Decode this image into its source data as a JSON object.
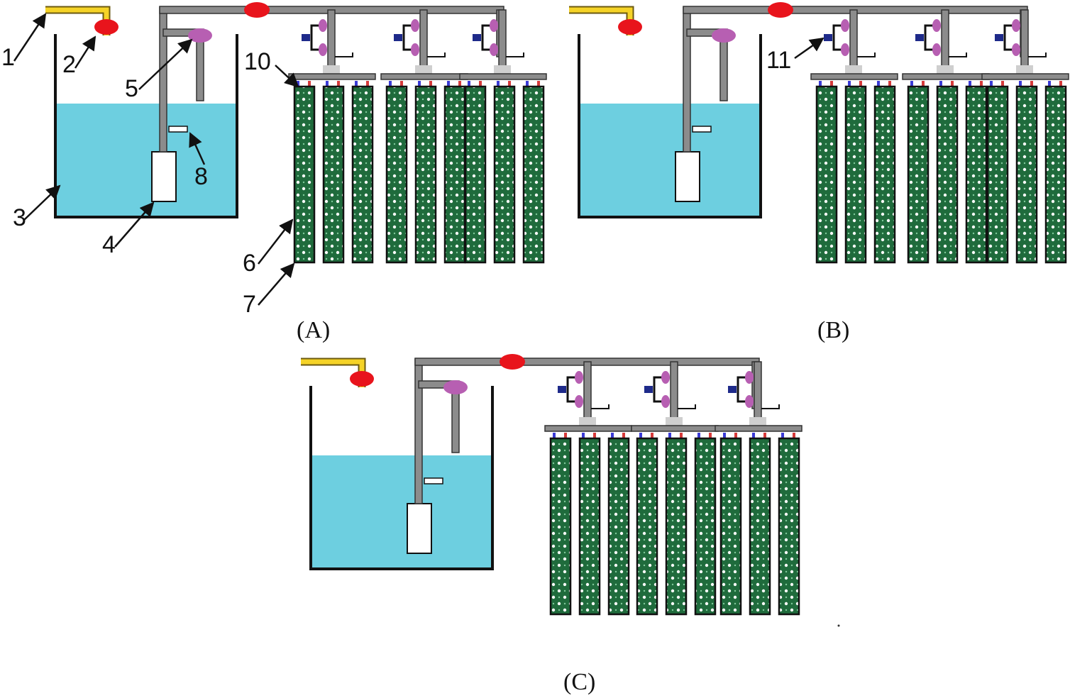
{
  "panels": [
    {
      "id": "A",
      "label": "(A)"
    },
    {
      "id": "B",
      "label": "(B)"
    },
    {
      "id": "C",
      "label": "(C)"
    }
  ],
  "callouts": {
    "A": [
      "1",
      "2",
      "3",
      "4",
      "5",
      "6",
      "7",
      "8",
      "10"
    ],
    "B": [
      "11"
    ]
  },
  "colors": {
    "water": "#6dcfe0",
    "pipe": "#8c8c8c",
    "pipe_edge": "#333333",
    "inlet_pipe": "#f5d327",
    "red_valve": "#e8141c",
    "purple_valve": "#b75fb2",
    "blue_knob": "#1e2a8a",
    "column_fill": "#1f6b3c",
    "column_dots": "#ffffff",
    "frame": "#111111"
  },
  "icons": [
    "inlet-pipe-icon",
    "red-valve-icon",
    "purple-valve-icon",
    "pump-icon",
    "column-icon",
    "manifold-icon",
    "gauge-icon"
  ]
}
